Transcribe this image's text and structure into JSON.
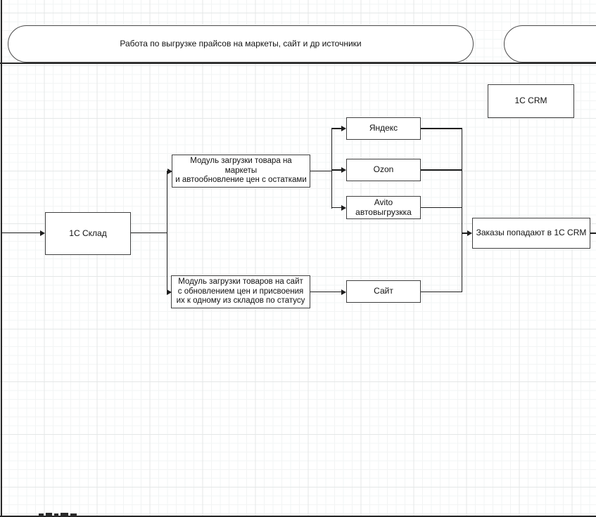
{
  "canvas": {
    "type": "flowchart-grid-canvas",
    "grid_visible": true
  },
  "colors": {
    "background": "#ffffff",
    "grid_minor": "#f2f4f4",
    "grid_major": "#e4e7e7",
    "shape_fill": "#ffffff",
    "shape_border": "#404040",
    "connector": "#1d1d1d",
    "text": "#111111"
  },
  "lanes": {
    "prices": {
      "label": "Работа по выгрузке прайсов на маркеты, сайт и др источники"
    },
    "right_clipped": {
      "label": ""
    }
  },
  "nodes": {
    "crm_top": {
      "label": "1C CRM"
    },
    "sklad": {
      "label": "1С Склад"
    },
    "module_markets": {
      "label": "Модуль загрузки товара на маркеты\nи автообновление цен с остатками"
    },
    "yandex": {
      "label": "Яндекс"
    },
    "ozon": {
      "label": "Ozon"
    },
    "avito": {
      "label": "Avito автовыгрузкка"
    },
    "module_site": {
      "label": "Модуль загрузки товаров на сайт\nс обновлением цен и присвоения\nих к одному из складов по статусу"
    },
    "site": {
      "label": "Сайт"
    },
    "orders": {
      "label": "Заказы попадают в 1С CRM"
    }
  },
  "edges": [
    {
      "from": "offscreen-left",
      "to": "sklad"
    },
    {
      "from": "sklad",
      "to": "module_markets"
    },
    {
      "from": "sklad",
      "to": "module_site"
    },
    {
      "from": "module_markets",
      "to": "yandex"
    },
    {
      "from": "module_markets",
      "to": "ozon"
    },
    {
      "from": "module_markets",
      "to": "avito"
    },
    {
      "from": "module_site",
      "to": "site"
    },
    {
      "from": "yandex",
      "to": "orders"
    },
    {
      "from": "ozon",
      "to": "orders"
    },
    {
      "from": "avito",
      "to": "orders"
    },
    {
      "from": "site",
      "to": "orders"
    },
    {
      "from": "orders",
      "to": "offscreen-right"
    }
  ]
}
